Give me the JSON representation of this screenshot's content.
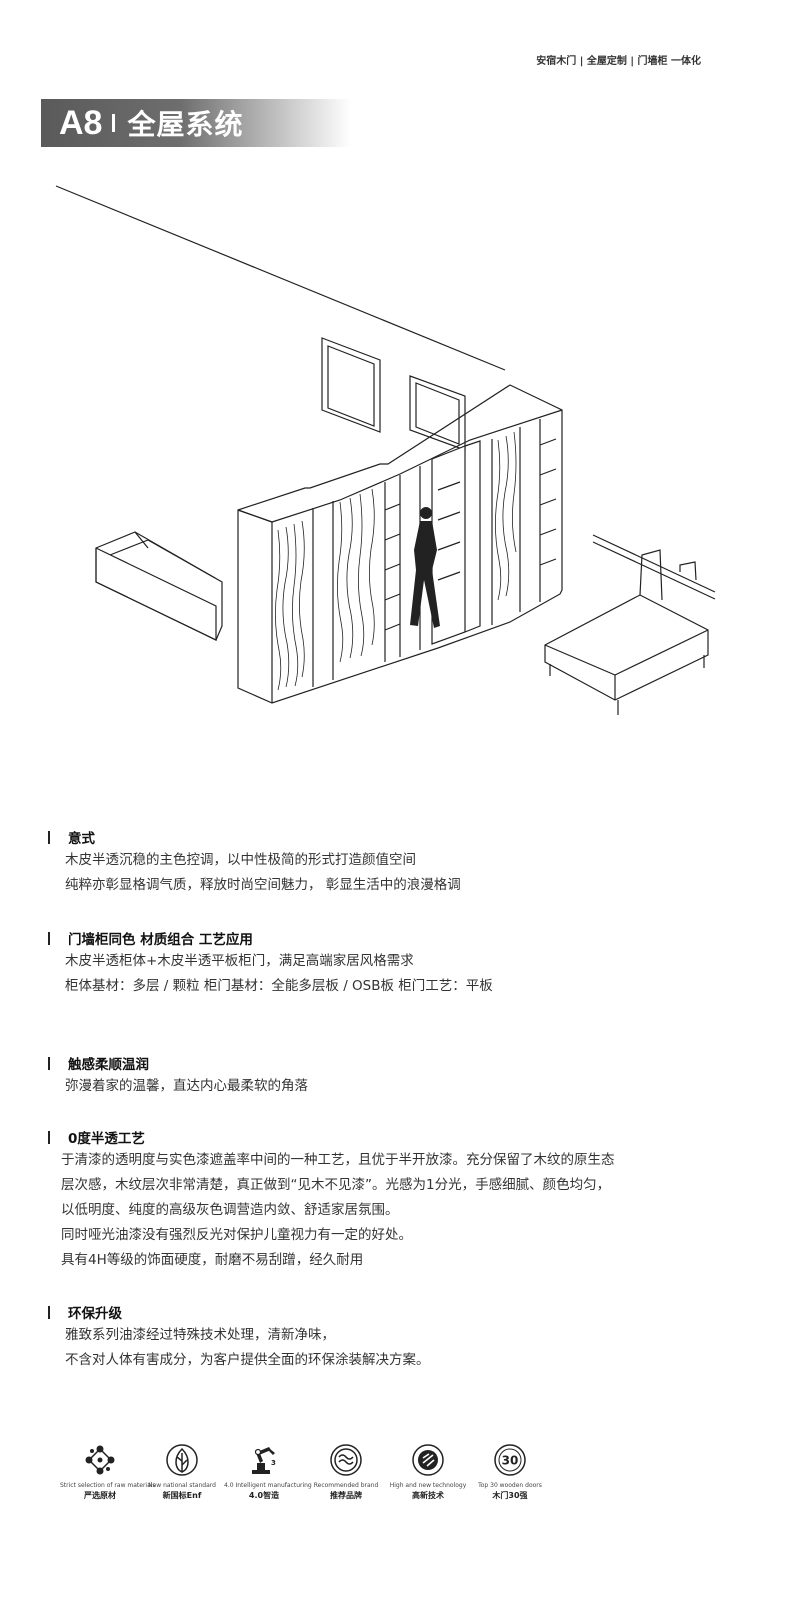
{
  "brand_line": "安宿木门 | 全屋定制 | 门墙柜 一体化",
  "header": {
    "code": "A8",
    "name": "全屋系统"
  },
  "sections": [
    {
      "title": "意式",
      "lines": [
        "木皮半透沉稳的主色控调，以中性极简的形式打造颜值空间",
        "纯粹亦彰显格调气质，释放时尚空间魅力， 彰显生活中的浪漫格调"
      ]
    },
    {
      "title": "门墙柜同色 材质组合 工艺应用",
      "lines": [
        "木皮半透柜体+木皮半透平板柜门，满足高端家居风格需求",
        "柜体基材：多层 / 颗粒   柜门基材：全能多层板 / OSB板   柜门工艺：平板"
      ]
    },
    {
      "title": "触感柔顺温润",
      "lines": [
        "弥漫着家的温馨，直达内心最柔软的角落"
      ]
    },
    {
      "title": "0度半透工艺",
      "lines": [
        "于清漆的透明度与实色漆遮盖率中间的一种工艺，且优于半开放漆。充分保留了木纹的原生态",
        "层次感，木纹层次非常清楚，真正做到“见木不见漆”。光感为1分光，手感细腻、颜色均匀，",
        "以低明度、纯度的高级灰色调营造内敛、舒适家居氛围。",
        "同时哑光油漆没有强烈反光对保护儿童视力有一定的好处。",
        "具有4H等级的饰面硬度，耐磨不易刮蹭，经久耐用"
      ]
    },
    {
      "title": "环保升级",
      "lines": [
        "雅致系列油漆经过特殊技术处理，清新净味，",
        "不含对人体有害成分，为客户提供全面的环保涂装解决方案。"
      ]
    }
  ],
  "badges": [
    {
      "en": "Strict selection of raw materials",
      "zh": "严选原材",
      "icon": "molecule-icon"
    },
    {
      "en": "New national standard",
      "zh": "新国标Enf",
      "icon": "leaf-icon"
    },
    {
      "en": "4.0 Intelligent manufacturing",
      "zh": "4.0智造",
      "icon": "robot-arm-icon"
    },
    {
      "en": "Recommended brand",
      "zh": "推荐品牌",
      "icon": "wave-badge-icon"
    },
    {
      "en": "High and new technology",
      "zh": "高新技术",
      "icon": "gear-tech-icon"
    },
    {
      "en": "Top 30 wooden doors",
      "zh": "木门30强",
      "icon": "number-30-icon",
      "label": "30"
    }
  ]
}
